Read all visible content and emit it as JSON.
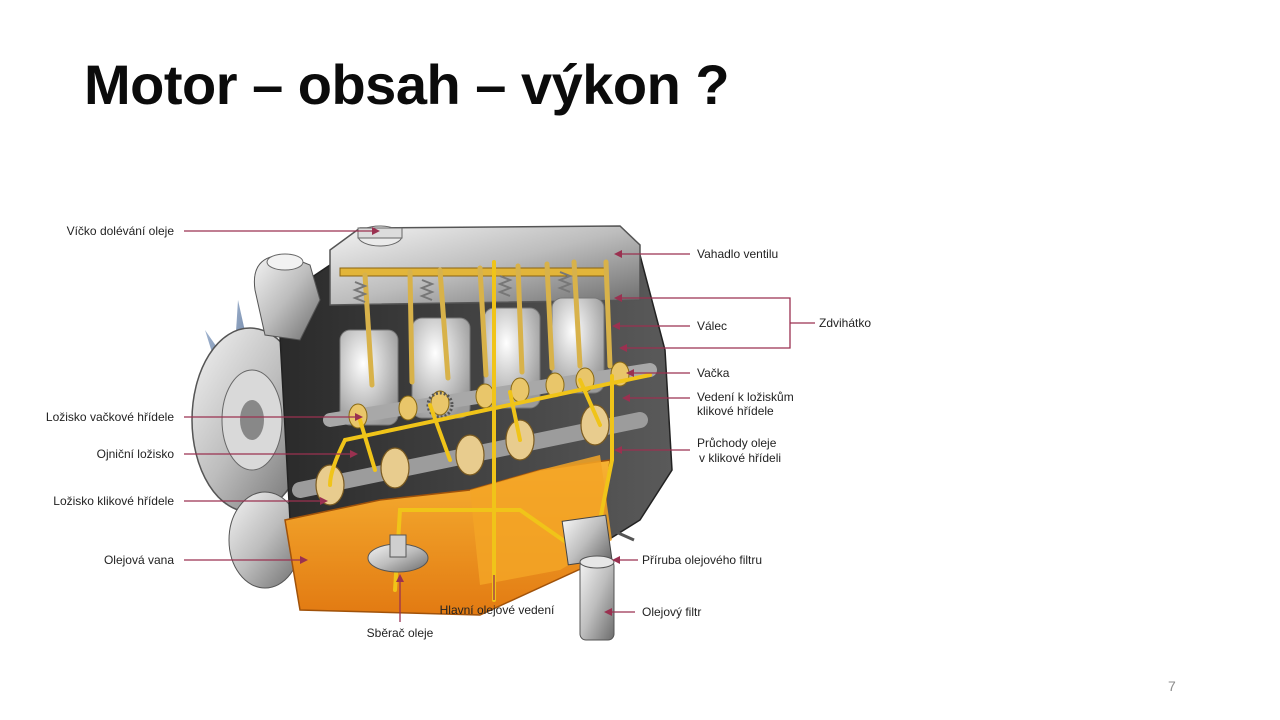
{
  "slide": {
    "title": "Motor – obsah – výkon ?",
    "page_number": "7"
  },
  "labels": {
    "oil_filler_cap": "Víčko dolévání oleje",
    "camshaft_bearing": "Ložisko vačkové hřídele",
    "conrod_bearing": "Ojniční ložisko",
    "crankshaft_bearing": "Ložisko klikové hřídele",
    "oil_pan": "Olejová vana",
    "oil_pickup": "Sběrač oleje",
    "main_oil_gallery": "Hlavní olejové vedení",
    "oil_filter": "Olejový filtr",
    "oil_filter_flange": "Příruba olejového filtru",
    "crank_oil_passages_line1": "Průchody oleje",
    "crank_oil_passages_line2": "v klikové hřídeli",
    "main_bearing_feed_line1": "Vedení k ložiskům",
    "main_bearing_feed_line2": "klikové hřídele",
    "cam_lobe": "Vačka",
    "cylinder": "Válec",
    "tappet": "Zdvihátko",
    "rocker_arm": "Vahadlo ventilu"
  },
  "colors": {
    "leader": "#9a3150",
    "oil_yellow": "#f0c419",
    "sump_orange": "#f0961e",
    "metal": "#c8c8c8"
  }
}
